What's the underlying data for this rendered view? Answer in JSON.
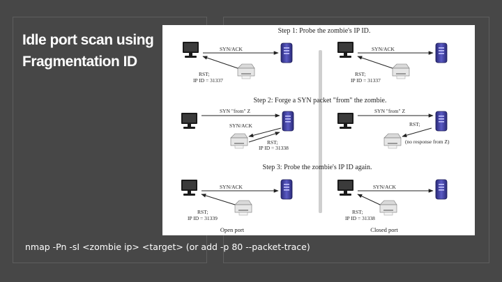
{
  "slide": {
    "title_lines": [
      "Idle port scan using",
      "Fragmentation ID"
    ],
    "command": "nmap -Pn -sI <zombie ip> <target> (or add -p 80 --packet-trace)"
  },
  "diagram": {
    "steps": [
      "Step 1: Probe the zombie's IP ID.",
      "Step 2: Forge a SYN packet \"from\" the zombie.",
      "Step 3: Probe the zombie's IP ID again."
    ],
    "labels": {
      "syn_ack": "SYN/ACK",
      "rst": "RST;",
      "syn_from_z": "SYN \"from\" Z",
      "no_response": "(no response from Z)",
      "open_port": "Open port",
      "closed_port": "Closed port"
    },
    "ip_ids": {
      "step1_open": "IP ID = 31337",
      "step1_closed": "IP ID = 31337",
      "step2_open": "IP ID = 31338",
      "step3_open": "IP ID = 31339",
      "step3_closed": "IP ID = 31338"
    }
  }
}
